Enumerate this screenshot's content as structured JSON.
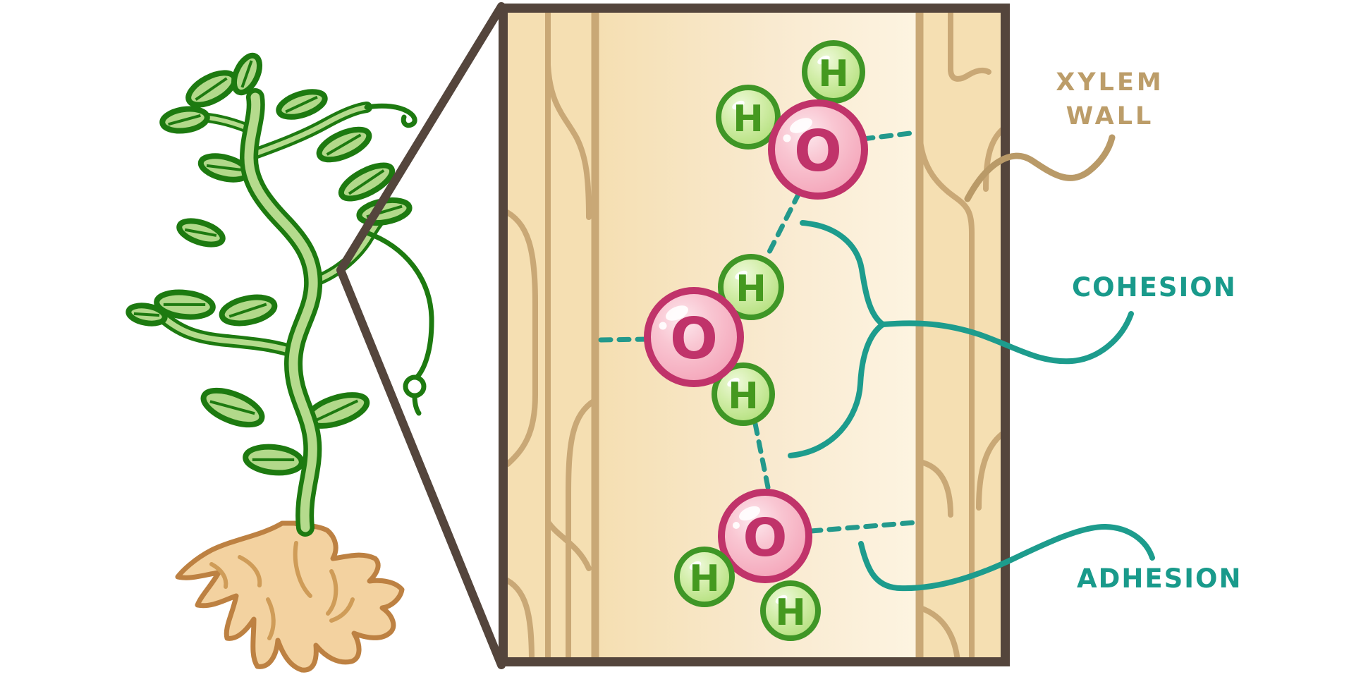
{
  "figure": {
    "type": "biology-illustration",
    "subject": "Cohesion and adhesion of water molecules inside a plant xylem vessel",
    "labels": {
      "xylem_wall_line1": "XYLEM",
      "xylem_wall_line2": "WALL",
      "cohesion": "COHESION",
      "adhesion": "ADHESION"
    },
    "atom_symbols": {
      "oxygen": "O",
      "hydrogen": "H"
    },
    "structure": {
      "water_molecule_count": 3,
      "hydrogens_per_molecule": 2,
      "dashed_hydrogen_bond_count": 5,
      "callout": "plant stem magnified into xylem vessel cross-section"
    },
    "colors": {
      "teal_annotation": "#1d9c8d",
      "tan_label_text": "#bc9d69",
      "xylem_fill": "#f5dfb2",
      "xylem_lumen_light": "#fdf4e1",
      "xylem_line": "#c9a876",
      "frame_brown": "#54453c",
      "oxygen_fill": "#f7bcca",
      "oxygen_outline": "#c0336a",
      "hydrogen_fill": "#cdeca4",
      "hydrogen_outline": "#3f9626",
      "plant_leaf_green": "#b2d98a",
      "plant_outline_green": "#1d7a10",
      "root_fill": "#f3d2a0",
      "root_outline": "#bd8142"
    }
  }
}
